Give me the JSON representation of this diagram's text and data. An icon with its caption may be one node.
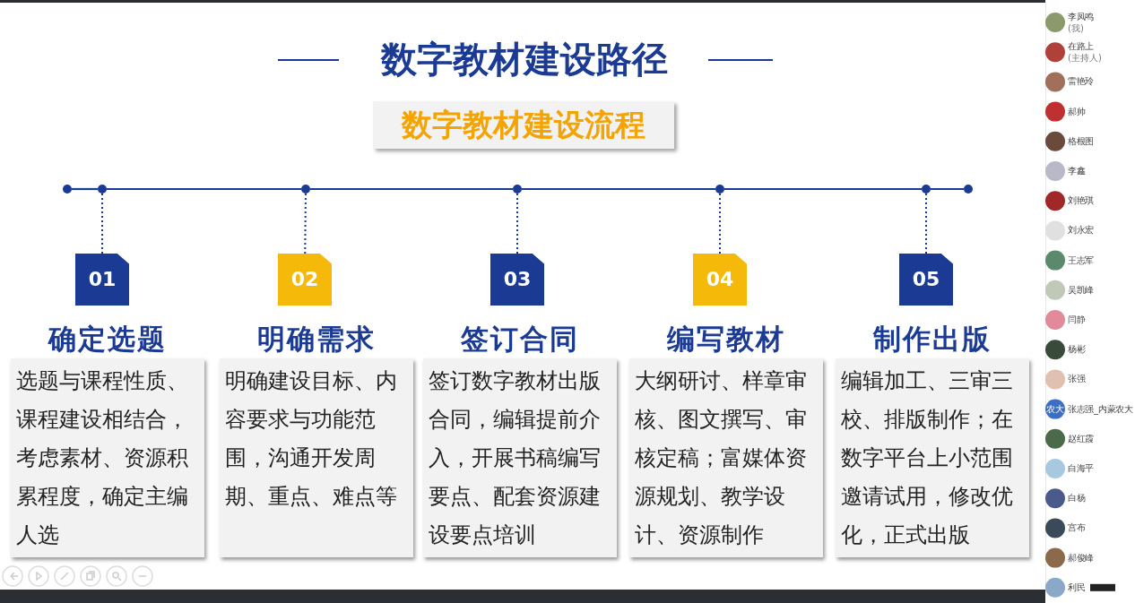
{
  "diagram": {
    "title": "数字教材建设路径",
    "nodes": [
      {
        "text": [
          "数字教材建设流程"
        ]
      },
      {
        "text": [],
        "shape": "circle"
      },
      {
        "text": [],
        "shape": "circle"
      },
      {
        "text": [],
        "shape": "circle"
      },
      {
        "text": [],
        "shape": "circle"
      },
      {
        "text": [],
        "shape": "circle"
      },
      {
        "text": [],
        "shape": "circle"
      },
      {
        "text": [],
        "shape": "circle"
      },
      {
        "text": [
          "01"
        ]
      },
      {
        "text": [
          "02"
        ]
      },
      {
        "text": [
          "03"
        ]
      },
      {
        "text": [
          "04"
        ]
      },
      {
        "text": [
          "05"
        ]
      },
      {
        "text": [
          "确定选题",
          "选题与课程性质、课程建设相结合，考虑素材、资源积累程度，确定主编人选"
        ]
      },
      {
        "text": [
          "明确需求",
          "明确建设目标、内容要求与功能范围，沟通开发周期、重点、难点等"
        ]
      },
      {
        "text": [
          "签订合同",
          "签订数字教材出版合同，编辑提前介入，开展书稿编写要点、配套资源建设要点培训"
        ]
      },
      {
        "text": [
          "编写教材",
          "大纲研讨、样章审核、图文撰写、审核定稿；富媒体资源规划、教学设计、资源制作"
        ]
      },
      {
        "text": [
          "制作出版",
          "编辑加工、三审三校、排版制作；在数字平台上小范围邀请试用，修改优化，正式出版"
        ]
      }
    ],
    "edges": [
      {
        "from": 1,
        "to": 2,
        "arrow": "none"
      },
      {
        "from": 2,
        "to": 3,
        "arrow": "none"
      },
      {
        "from": 3,
        "to": 4,
        "arrow": "none"
      },
      {
        "from": 4,
        "to": 5,
        "arrow": "none"
      },
      {
        "from": 5,
        "to": 6,
        "arrow": "none"
      },
      {
        "from": 6,
        "to": 7,
        "arrow": "none"
      },
      {
        "from": 2,
        "to": 8,
        "arrow": "none",
        "style": "dashed"
      },
      {
        "from": 3,
        "to": 9,
        "arrow": "none",
        "style": "dashed"
      },
      {
        "from": 4,
        "to": 10,
        "arrow": "none",
        "style": "dashed"
      },
      {
        "from": 5,
        "to": 11,
        "arrow": "none",
        "style": "dashed"
      },
      {
        "from": 6,
        "to": 12,
        "arrow": "none",
        "style": "dashed"
      }
    ],
    "labels": [
      "李凤鸣",
      "(我)",
      "在路上",
      "(主持人)",
      "雷艳玲",
      "郝帅",
      "格根图",
      "李鑫",
      "刘艳琪",
      "刘永宏",
      "王志军",
      "吴凯峰",
      "闫静",
      "杨彬",
      "张强",
      "农大",
      "张志强_内蒙农大",
      "赵红霞",
      "白海平",
      "白杨",
      "宫布",
      "郝俊峰",
      "利民"
    ]
  }
}
